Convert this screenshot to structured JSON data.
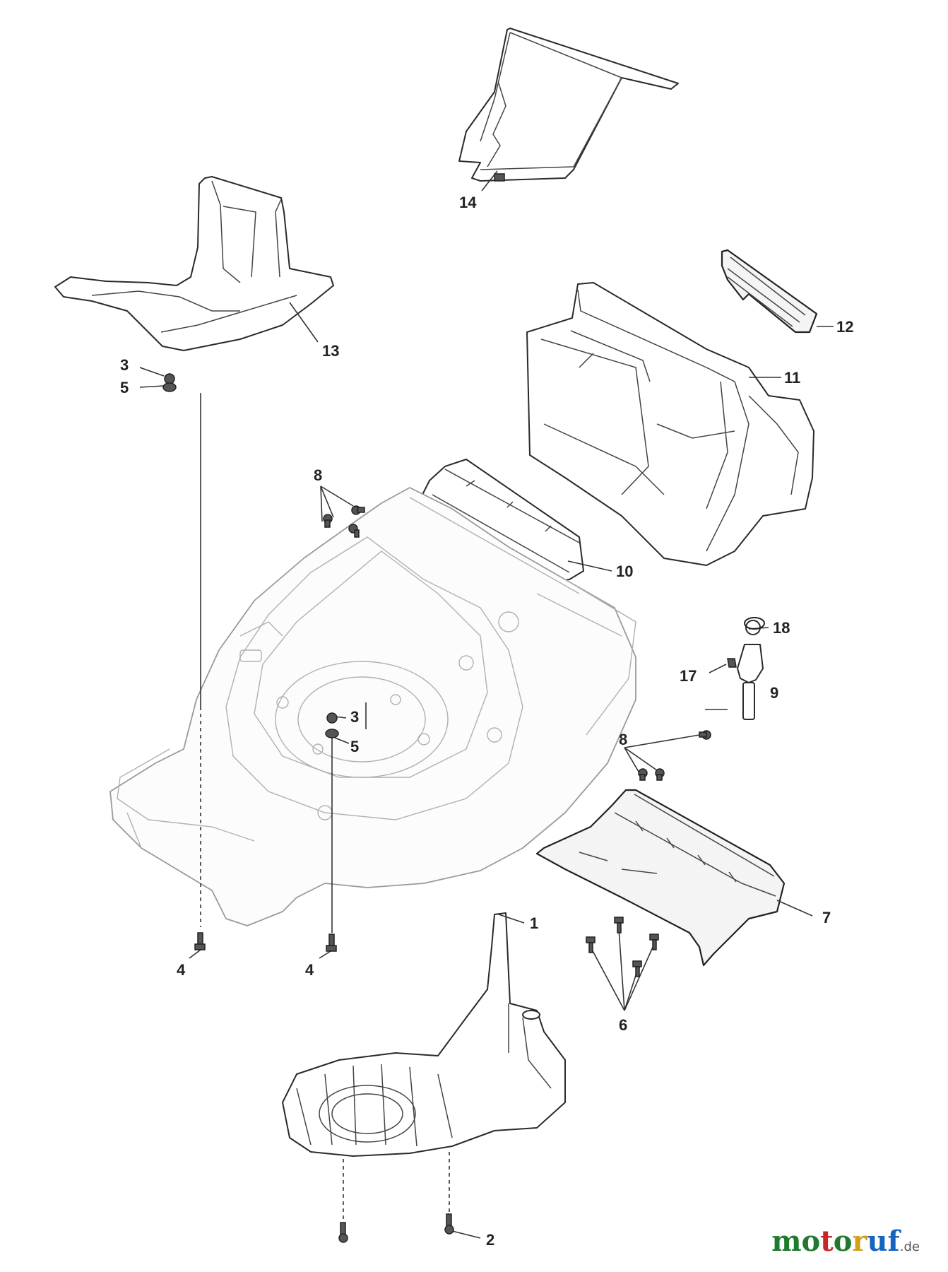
{
  "diagram": {
    "callouts": {
      "c1": "1",
      "c2": "2",
      "c3a": "3",
      "c3b": "3",
      "c4a": "4",
      "c4b": "4",
      "c5a": "5",
      "c5b": "5",
      "c6": "6",
      "c7": "7",
      "c8a": "8",
      "c8b": "8",
      "c9": "9",
      "c10": "10",
      "c11": "11",
      "c12": "12",
      "c13": "13",
      "c14": "14",
      "c17": "17",
      "c18": "18"
    }
  },
  "watermark": {
    "brand_main": "motoruf",
    "brand_suffix": ".de",
    "colors": {
      "m": "#1f7a2e",
      "o": "#1f7a2e",
      "t": "#c62828",
      "r": "#d4a017",
      "u": "#1565c0",
      "f": "#1565c0"
    }
  }
}
